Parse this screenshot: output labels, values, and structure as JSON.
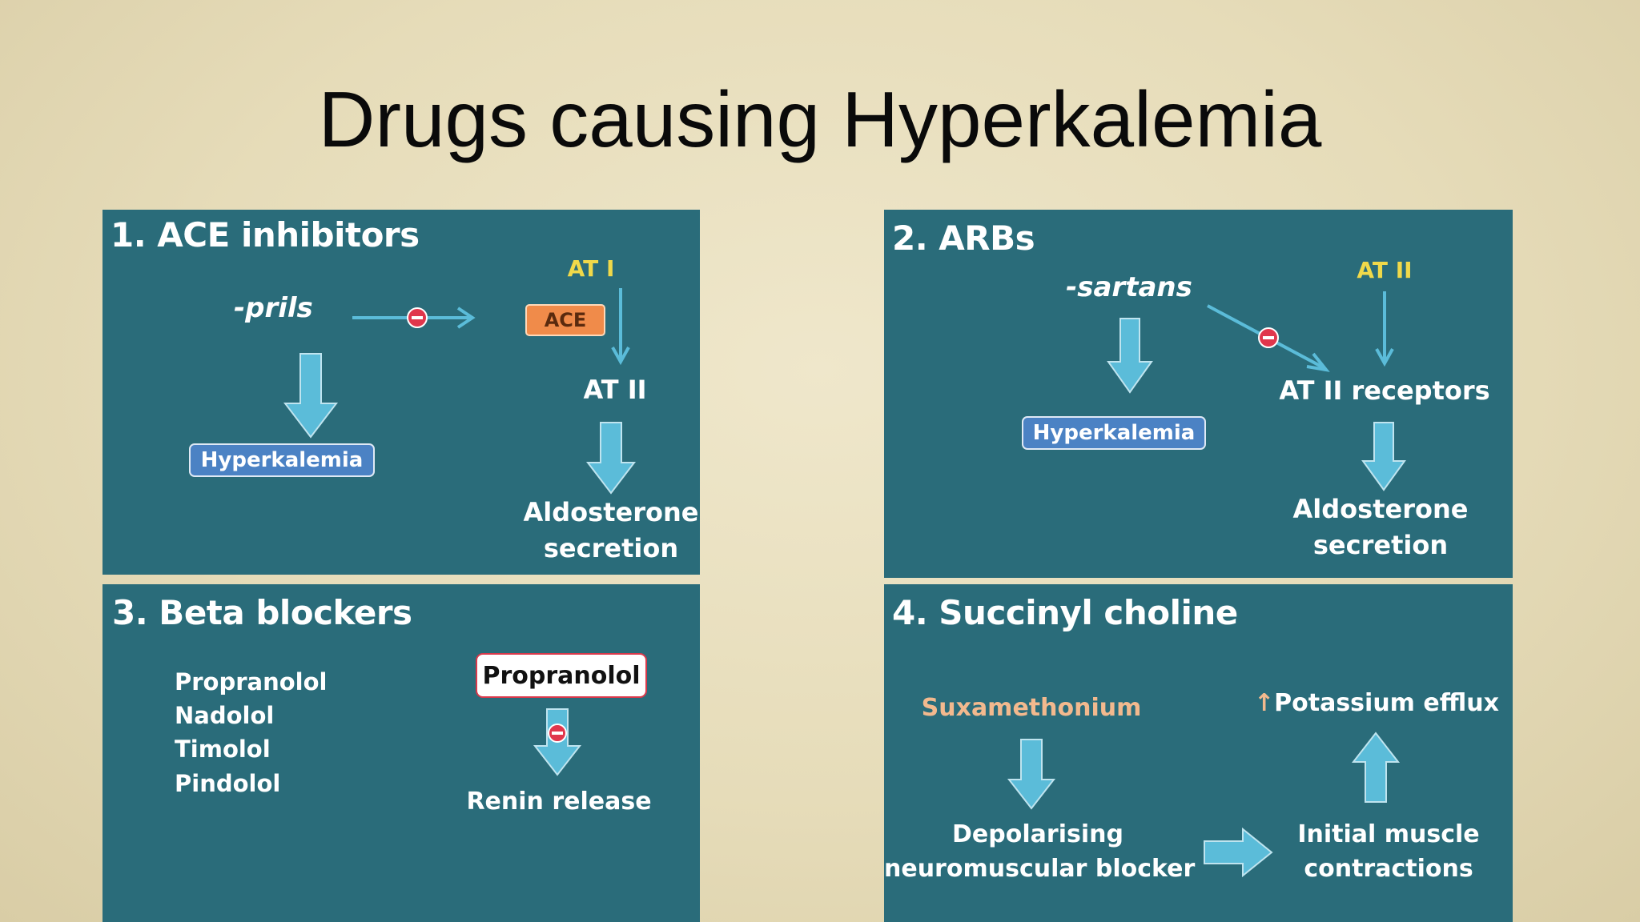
{
  "title": "Drugs causing Hyperkalemia",
  "colors": {
    "panel": "#2a6c7a",
    "arrow": "#5bbcd9",
    "inhibit": "#e0364c",
    "highlight_yellow": "#f0d94a",
    "highlight_peach": "#f2b98e"
  },
  "panels": {
    "ace": {
      "title": "1. ACE inhibitors",
      "drug": "-prils",
      "enzyme": "ACE",
      "precursor": "AT I",
      "product": "AT II",
      "effect_line1": "Aldosterone",
      "effect_line2": "secretion",
      "result": "Hyperkalemia"
    },
    "arb": {
      "title": "2. ARBs",
      "drug": "-sartans",
      "ligand": "AT II",
      "receptor": "AT II receptors",
      "effect_line1": "Aldosterone",
      "effect_line2": "secretion",
      "result": "Hyperkalemia"
    },
    "beta": {
      "title": "3. Beta blockers",
      "drugs": [
        "Propranolol",
        "Nadolol",
        "Timolol",
        "Pindolol"
      ],
      "box_label": "Propranolol",
      "effect": "Renin release"
    },
    "sux": {
      "title": "4. Succinyl choline",
      "drug": "Suxamethonium",
      "step1_line1": "Depolarising",
      "step1_line2": "neuromuscular blocker",
      "step2_line1": "Initial muscle",
      "step2_line2": "contractions",
      "result_arrow": "↑",
      "result": "Potassium efflux"
    }
  }
}
